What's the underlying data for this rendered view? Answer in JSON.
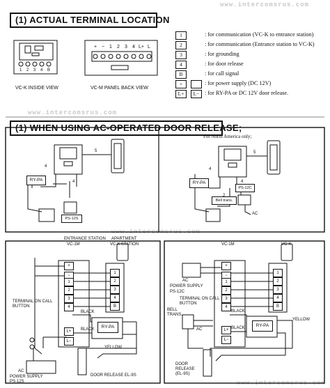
{
  "watermark": "www.intercomsrus.com",
  "section1": {
    "title": "(1) ACTUAL TERMINAL LOCATION",
    "vck": {
      "terminals": [
        "1",
        "2",
        "3",
        "4",
        "B"
      ],
      "caption": "VC-K INSIDE VIEW"
    },
    "vcm": {
      "terminals": [
        "+",
        "−",
        "1",
        "2",
        "3",
        "4",
        "L+",
        "L"
      ],
      "caption": "VC-M PANEL BACK VIEW"
    },
    "legend": [
      {
        "key": "1",
        "text": ": for communication (VC-K to entrance station)"
      },
      {
        "key": "2",
        "text": ": for communication (Entrance station to VC-K)"
      },
      {
        "key": "3",
        "text": ": for grounding"
      },
      {
        "key": "4",
        "text": ": for door release"
      },
      {
        "key": "B",
        "text": ": for call signal"
      },
      {
        "key": "+",
        "key2": "",
        "text": ": for power supply (DC 12V)"
      },
      {
        "key": "L+",
        "key2": "L−",
        "text": ": for RY-PA or DC 12V door release."
      }
    ]
  },
  "section2": {
    "title": "(1) WHEN USING AC-OPERATED DOOR RELEASE;",
    "left": {
      "wire_num_top": "5",
      "wire_num_left": "4",
      "wire_num_bottom": "4",
      "rypa": "RY-PA",
      "ps": "PS-12S"
    },
    "right": {
      "region_note": "For North America only;",
      "wire_num_top": "5",
      "wire_num_left": "4",
      "wire_num_mid": "4",
      "wire_num_low": "2",
      "rypa": "RY-PA",
      "ps": "PS-12C",
      "ac": "AC",
      "bell": "Bell trans."
    }
  },
  "section3": {
    "left": {
      "entrance_label": "ENTRANCE STATION",
      "entrance_model": "VC-1M",
      "apartment_label": "APARTMENT",
      "apartment_model": "VC-K STATION",
      "terminals": [
        "+",
        "−",
        "1",
        "2",
        "3",
        "4",
        "L+",
        "L−"
      ],
      "vck_terminals": [
        "1",
        "2",
        "3",
        "4",
        "B"
      ],
      "terminal_note": "TERMINAL ON CALL BUTTON",
      "black1": "BLACK",
      "black2": "BLACK",
      "rypa": "RY-PA",
      "yellow": "YELLOW",
      "door_release": "DOOR RELEASE EL-9S",
      "power_ac": "AC",
      "power_label": "POWER SUPPLY",
      "power_model": "PS-12S"
    },
    "right": {
      "vc1m": "VC-1M",
      "vck": "VC-K",
      "terminals": [
        "+",
        "−",
        "1",
        "2",
        "3",
        "4",
        "L+",
        "L−"
      ],
      "vck_terminals": [
        "1",
        "2",
        "3",
        "4",
        "B"
      ],
      "power_ac": "AC",
      "power_label": "POWER SUPPLY",
      "power_model": "PS-12C",
      "terminal_note": "TERMINAL ON CALL BUTTON",
      "black1": "BLACK",
      "black2": "BLACK",
      "rypa": "RY-PA",
      "yellow": "YELLOW",
      "bell": "BELL TRANS.",
      "bell_ac": "AC",
      "door_release": "DOOR RELEASE (EL-9S)"
    }
  }
}
